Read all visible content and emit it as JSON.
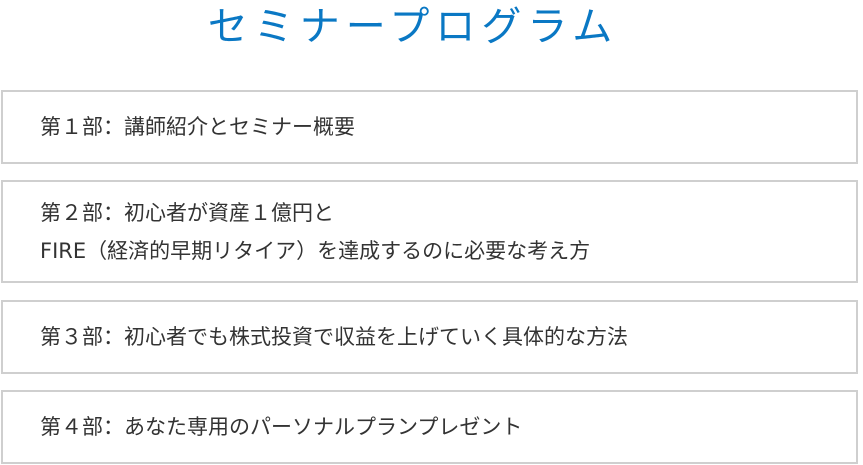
{
  "title": "セミナープログラム",
  "sessions": [
    {
      "lines": [
        "第１部：講師紹介とセミナー概要"
      ]
    },
    {
      "lines": [
        "第２部：初心者が資産１億円と",
        "FIRE（経済的早期リタイア）を達成するのに必要な考え方"
      ]
    },
    {
      "lines": [
        "第３部：初心者でも株式投資で収益を上げていく具体的な方法"
      ]
    },
    {
      "lines": [
        "第４部：あなた専用のパーソナルプランプレゼント"
      ]
    }
  ]
}
